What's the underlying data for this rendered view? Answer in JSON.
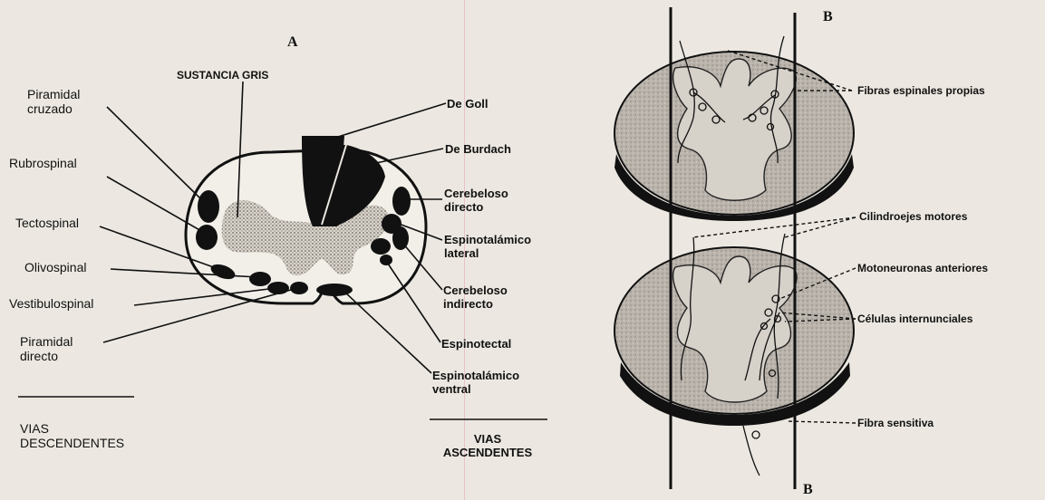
{
  "panel_a": {
    "letter": "A",
    "gray_matter_label": "SUSTANCIA GRIS",
    "descending": {
      "piramidal_cruzado": [
        "Piramidal",
        "cruzado"
      ],
      "rubrospinal": "Rubrospinal",
      "tectospinal": "Tectospinal",
      "olivospinal": "Olivospinal",
      "vestibulospinal": "Vestibulospinal",
      "piramidal_directo": [
        "Piramidal",
        "directo"
      ],
      "caption": [
        "VIAS",
        "DESCENDENTES"
      ]
    },
    "ascending": {
      "goll": "De Goll",
      "burdach": "De Burdach",
      "cerebeloso_directo": [
        "Cerebeloso",
        "directo"
      ],
      "espinotalamico_lateral": [
        "Espinotalámico",
        "lateral"
      ],
      "cerebeloso_indirecto": [
        "Cerebeloso",
        "indirecto"
      ],
      "espinotectal": "Espinotectal",
      "espinotalamico_ventral": [
        "Espinotalámico",
        "ventral"
      ],
      "caption": [
        "VIAS",
        "ASCENDENTES"
      ]
    }
  },
  "panel_b": {
    "letter_top": "B",
    "letter_bottom": "B",
    "labels": {
      "fibras": "Fibras espinales propias",
      "cilindroejes": "Cilindroejes motores",
      "motoneuronas": "Motoneuronas anteriores",
      "internunciales": "Células internunciales",
      "fibra_sensitiva": "Fibra sensitiva"
    }
  },
  "colors": {
    "ink": "#111111",
    "section_fill": "#bdb8b1",
    "gray_matter": "#a9a39b",
    "paper": "#ece8e1"
  }
}
